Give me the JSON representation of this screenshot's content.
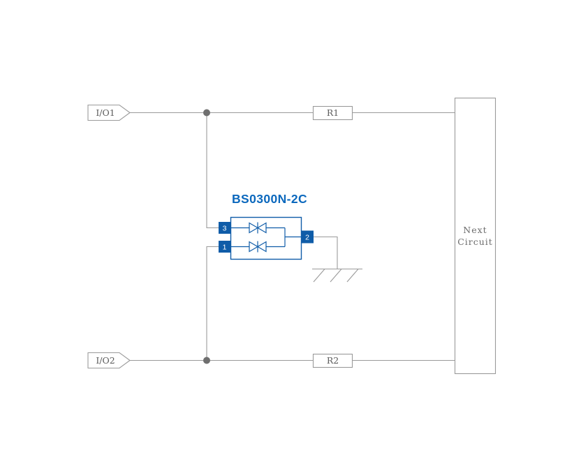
{
  "diagram": {
    "component_title": "BS0300N-2C",
    "ports": {
      "io1": "I/O1",
      "io2": "I/O2"
    },
    "resistors": {
      "r1": "R1",
      "r2": "R2"
    },
    "next_circuit": {
      "line1": "Next",
      "line2": "Circuit"
    },
    "pins": {
      "pin1": "1",
      "pin2": "2",
      "pin3": "3"
    },
    "colors": {
      "wire_gray": "#9a9a9a",
      "junction_gray": "#6f6f6f",
      "component_blue": "#0f5ca8",
      "title_blue": "#0b68bd",
      "label_text": "#5b5b5b",
      "background": "#ffffff"
    }
  }
}
